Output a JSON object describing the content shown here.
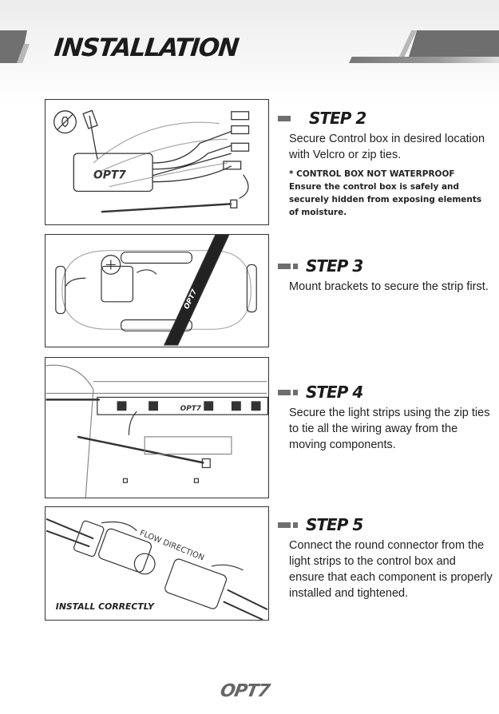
{
  "header": {
    "title": "INSTALLATION"
  },
  "steps": [
    {
      "title": "STEP 2",
      "text": "Secure Control box in desired location with Velcro or zip ties.",
      "note_heading": "*  CONTROL BOX NOT WATERPROOF",
      "note": "Ensure the control box is safely and securely hidden from exposing elements of moisture.",
      "image_label": "OPT7"
    },
    {
      "title": "STEP 3",
      "text": "Mount brackets to secure the strip first.",
      "image_label": "OPT7"
    },
    {
      "title": "STEP 4",
      "text": "Secure the light strips using the zip ties to tie all the wiring away from the moving components.",
      "image_label": "OPT7"
    },
    {
      "title": "STEP 5",
      "text": "Connect the round connector from the light strips to the control box and ensure that each component is properly installed and tightened.",
      "flow_label": "FLOW DIRECTION",
      "install_label": "INSTALL CORRECTLY"
    }
  ],
  "footer": {
    "logo": "OPT7"
  },
  "colors": {
    "accent_gray": "#6e6e6e",
    "text": "#222222"
  }
}
